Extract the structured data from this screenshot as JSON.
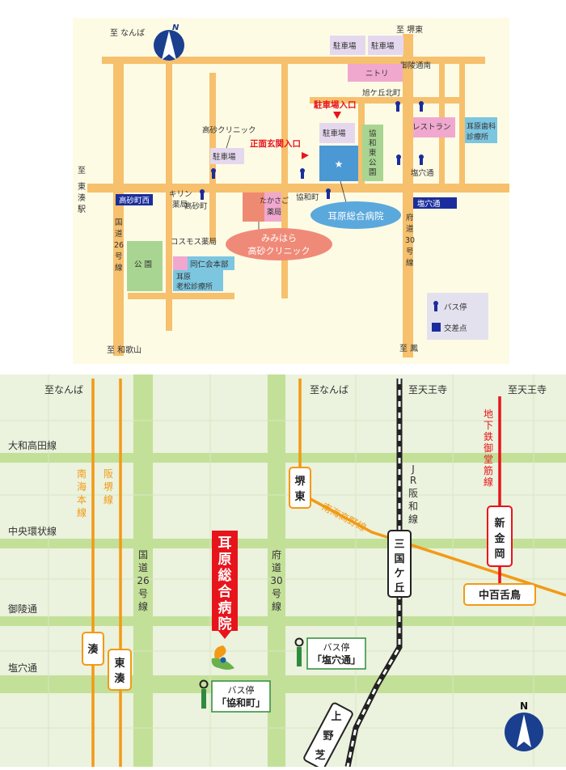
{
  "map1": {
    "directions": {
      "namba": "至 なんば",
      "sakaihigashi": "至 堺東",
      "higashiminato": [
        "至",
        "東",
        "湊",
        "駅"
      ],
      "wakayama": "至 和歌山",
      "ootori": "至 鳳"
    },
    "streets": {
      "misasagi": "御陵通南",
      "shiomi": "塩穴通",
      "route26": [
        "国",
        "道",
        "26",
        "号",
        "線"
      ],
      "route30": [
        "府",
        "道",
        "30",
        "号",
        "線"
      ]
    },
    "places": {
      "parking": "駐車場",
      "nitori": "ニトリ",
      "restaurant": "レストラン",
      "dental": [
        "耳原歯科",
        "診療所"
      ],
      "takasago_clinic": "高砂クリニック",
      "kirin": [
        "キリン",
        "薬局"
      ],
      "takasago_ph": [
        "たかさご",
        "薬局"
      ],
      "kyowa_park": [
        "協",
        "和",
        "東",
        "公",
        "園"
      ],
      "cosmos": "コスモス薬局",
      "doujinkai": "同仁会本部",
      "oimatsu": [
        "耳原",
        "老松診療所"
      ],
      "park": "公 園"
    },
    "stops": {
      "asahigaoka": "旭ケ丘北町",
      "takasagocho": "高砂町",
      "kyowacho": "協和町",
      "shiomi_stop": "塩穴通"
    },
    "intersections": {
      "takasago_west": "高砂町西",
      "shiomi_int": "塩穴通"
    },
    "entrances": {
      "parking_entrance": "駐車場入口",
      "main_entrance": "正面玄関入口"
    },
    "hospital": "耳原総合病院",
    "mimihara_clinic": [
      "みみはら",
      "高砂クリニック"
    ],
    "legend": {
      "bus_stop": "バス停",
      "intersection": "交差点"
    },
    "north": "N",
    "colors": {
      "background": "#fefbe5",
      "road": "#f6c06d",
      "hospital_bubble": "#5ba8dc",
      "clinic_bubble": "#f08a78",
      "intersection": "#1b2d9c",
      "accent_red": "#e8141c"
    }
  },
  "map2": {
    "directions": {
      "namba_left": "至なんば",
      "namba_mid": "至なんば",
      "tennoji_mid": "至天王寺",
      "tennoji_right": "至天王寺"
    },
    "roads": {
      "yamato": "大和高田線",
      "chuo": "中央環状線",
      "misasagi": "御陵通",
      "shiomi": "塩穴通",
      "route26": [
        "国",
        "道",
        "26",
        "号",
        "線"
      ],
      "route30": [
        "府",
        "道",
        "30",
        "号",
        "線"
      ]
    },
    "lines": {
      "nankai_main": [
        "南",
        "海",
        "本",
        "線"
      ],
      "hankai": [
        "阪",
        "堺",
        "線"
      ],
      "jr_hanwa": [
        "J",
        "R",
        "阪",
        "和",
        "線"
      ],
      "midosuji": [
        "地",
        "下",
        "鉄",
        "御",
        "堂",
        "筋",
        "線"
      ],
      "koya": "南海高野線"
    },
    "stations": {
      "minato": "湊",
      "higashiminato": [
        "東",
        "湊"
      ],
      "sakaihigashi": [
        "堺",
        "東"
      ],
      "mikunigaoka": [
        "三",
        "国",
        "ケ",
        "丘"
      ],
      "shinkanaoka": [
        "新",
        "金",
        "岡"
      ],
      "nakamozu": "中百舌鳥",
      "uenoshiba": [
        "上",
        "野",
        "芝"
      ]
    },
    "hospital": [
      "耳",
      "原",
      "総",
      "合",
      "病",
      "院"
    ],
    "busstops": {
      "label": "バス停",
      "shiomi": "「塩穴通」",
      "kyowa": "「協和町」"
    },
    "north": "N",
    "colors": {
      "background": "#ebf2dd",
      "road": "#c3e098",
      "rail_orange": "#f29a16",
      "rail_red": "#e8141c",
      "hospital_red": "#e8141c"
    }
  }
}
